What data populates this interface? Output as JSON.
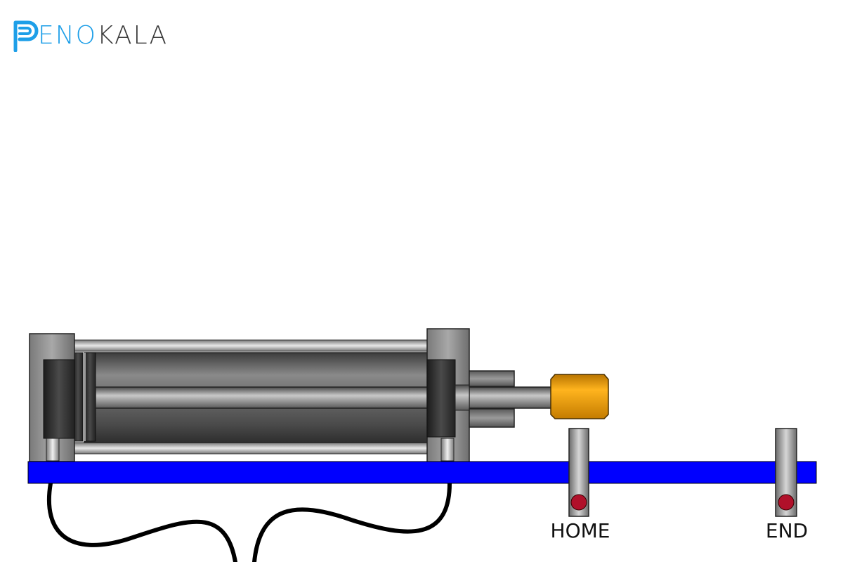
{
  "brand": {
    "name_part1": "ENO",
    "name_part2": "KALA",
    "logo_icon": "pe-logo-mark",
    "color_primary": "#1e9fe8",
    "color_secondary": "#3a3a3a"
  },
  "diagram": {
    "rail_color": "#0000ff",
    "rod_end_color": "#f0a000",
    "sensors": [
      {
        "label": "HOME",
        "indicator_color": "#b0102a"
      },
      {
        "label": "END",
        "indicator_color": "#b0102a"
      }
    ]
  }
}
